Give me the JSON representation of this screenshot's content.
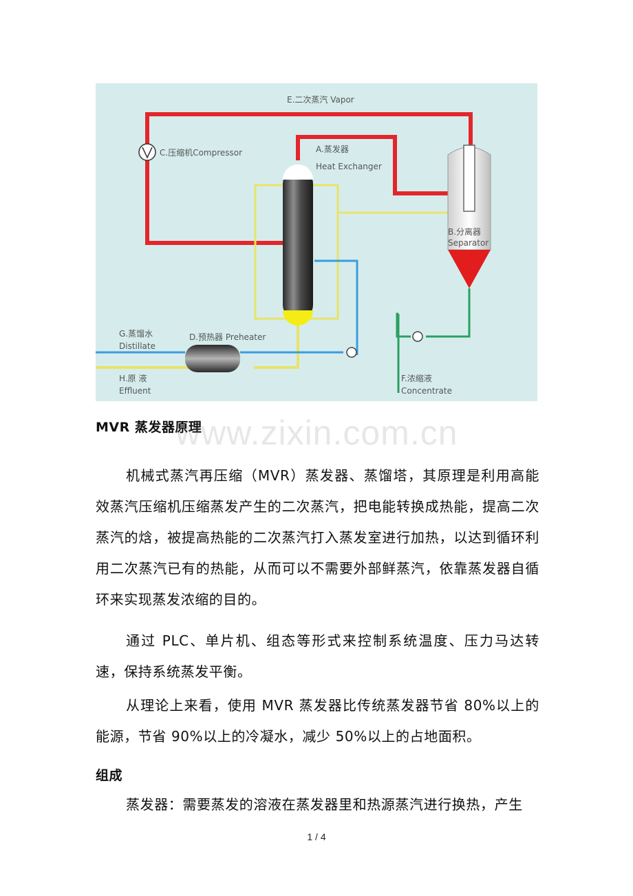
{
  "diagram": {
    "labels": {
      "vapor": "E.二次蒸汽 Vapor",
      "compressor": "C.压缩机Compressor",
      "evaporator_cn": "A.蒸发器",
      "evaporator_en": "Heat Exchanger",
      "separator_cn": "B.分离器",
      "separator_en": "Separator",
      "distillate_cn": "G.蒸馏水",
      "distillate_en": "Distillate",
      "preheater": "D.预热器 Preheater",
      "effluent_cn": "H.原  液",
      "effluent_en": "Effluent",
      "concentrate_cn": "F.浓缩液",
      "concentrate_en": "Concentrate"
    },
    "colors": {
      "vapor_line": "#e3262b",
      "feed_line": "#e8e36a",
      "water_line": "#3b9be0",
      "concentrate_line": "#2aa063",
      "cone": "#e11d1d"
    }
  },
  "watermark": "www.zixin.com.cn",
  "section1": {
    "title": "MVR 蒸发器原理",
    "p1": "机械式蒸汽再压缩（MVR）蒸发器、蒸馏塔，其原理是利用高能效蒸汽压缩机压缩蒸发产生的二次蒸汽，把电能转换成热能，提高二次蒸汽的焓，被提高热能的二次蒸汽打入蒸发室进行加热，以达到循环利用二次蒸汽已有的热能，从而可以不需要外部鲜蒸汽，依靠蒸发器自循环来实现蒸发浓缩的目的。",
    "p2": "通过 PLC、单片机、组态等形式来控制系统温度、压力马达转速，保持系统蒸发平衡。",
    "p3": "从理论上来看，使用 MVR 蒸发器比传统蒸发器节省 80%以上的能源，节省 90%以上的冷凝水，减少 50%以上的占地面积。"
  },
  "section2": {
    "title": "组成",
    "p1": "蒸发器：需要蒸发的溶液在蒸发器里和热源蒸汽进行换热，产生"
  },
  "page": {
    "number": "1 / 4"
  }
}
